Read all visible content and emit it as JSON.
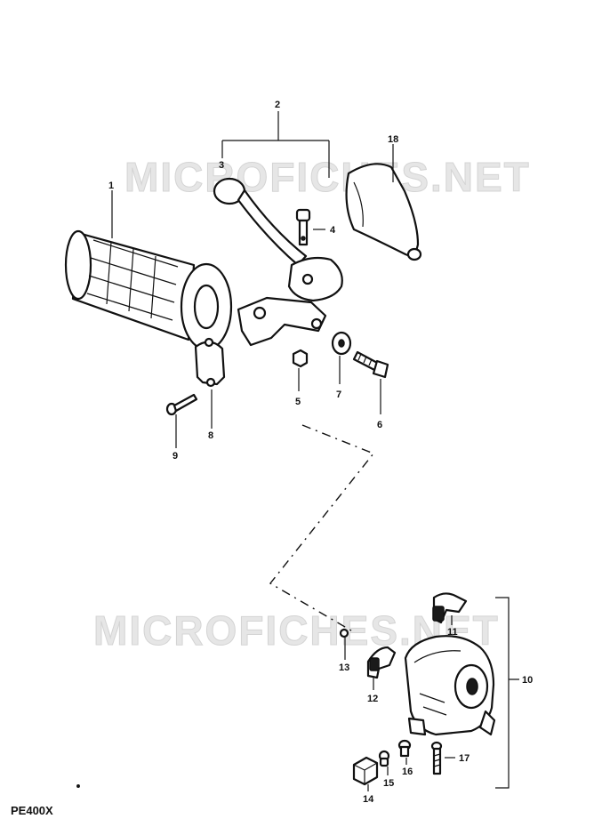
{
  "diagram": {
    "model_code": "PE400X",
    "watermark": "MICROFICHES.NET",
    "callouts": [
      "1",
      "2",
      "3",
      "4",
      "5",
      "6",
      "7",
      "8",
      "9",
      "10",
      "11",
      "12",
      "13",
      "14",
      "15",
      "16",
      "17",
      "18"
    ]
  }
}
